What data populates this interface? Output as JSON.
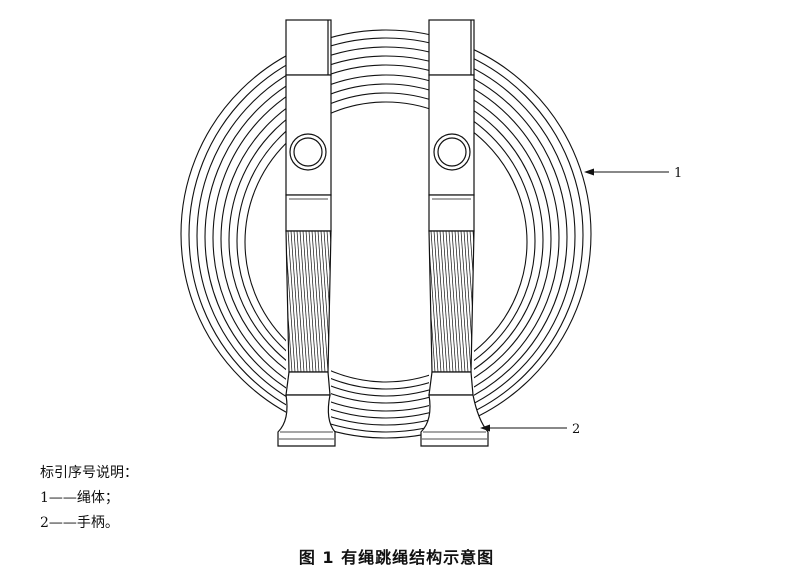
{
  "callouts": [
    {
      "number": "1"
    },
    {
      "number": "2"
    }
  ],
  "legend": {
    "heading": "标引序号说明：",
    "items": [
      {
        "number": "1",
        "dash": "——",
        "text": "绳体；"
      },
      {
        "number": "2",
        "dash": "——",
        "text": "手柄。"
      }
    ]
  },
  "caption": "图 1   有绳跳绳结构示意图"
}
